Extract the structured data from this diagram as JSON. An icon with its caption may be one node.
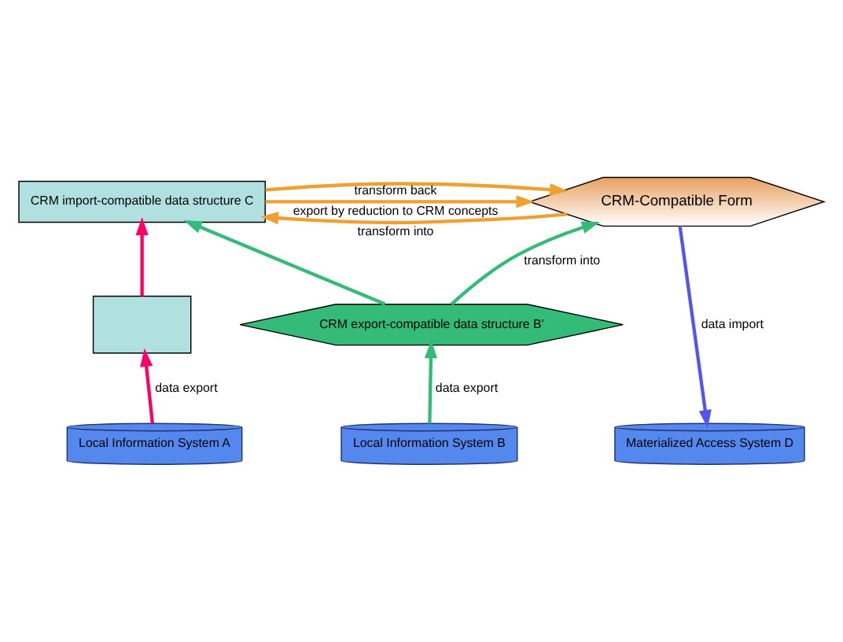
{
  "diagram": {
    "nodes": [
      {
        "text": [
          "CRM import-compatible data structure C"
        ]
      },
      {
        "text": [
          "CRM-Compatible Form"
        ]
      },
      {
        "text": [],
        "shape": "box"
      },
      {
        "text": [
          "CRM export-compatible data structure B'"
        ]
      },
      {
        "text": [
          "Local Information System A"
        ]
      },
      {
        "text": [
          "Local Information System B"
        ]
      },
      {
        "text": [
          "Materialized Access System D"
        ]
      }
    ],
    "edges": [
      {
        "from": 4,
        "to": 2,
        "arrow": "to",
        "label": "data export",
        "color": "#ff0066"
      },
      {
        "from": 2,
        "to": 0,
        "arrow": "to",
        "color": "#ff0066"
      },
      {
        "from": 5,
        "to": 3,
        "arrow": "to",
        "label": "data export",
        "color": "#33bb77"
      },
      {
        "from": 3,
        "to": 0,
        "arrow": "to",
        "color": "#33bb77"
      },
      {
        "from": 3,
        "to": 1,
        "arrow": "to",
        "label": "transform into",
        "color": "#33bb77"
      },
      {
        "from": 0,
        "to": 1,
        "arrow": "to",
        "label": "export by reduction to CRM concepts",
        "color": "#f0a030"
      },
      {
        "from": 0,
        "to": 1,
        "arrow": "to",
        "label": "transform back",
        "color": "#f0a030"
      },
      {
        "from": 1,
        "to": 0,
        "arrow": "to",
        "label": "transform into",
        "color": "#f0a030"
      },
      {
        "from": 1,
        "to": 6,
        "arrow": "to",
        "label": "data import",
        "color": "#5555ee"
      }
    ]
  }
}
